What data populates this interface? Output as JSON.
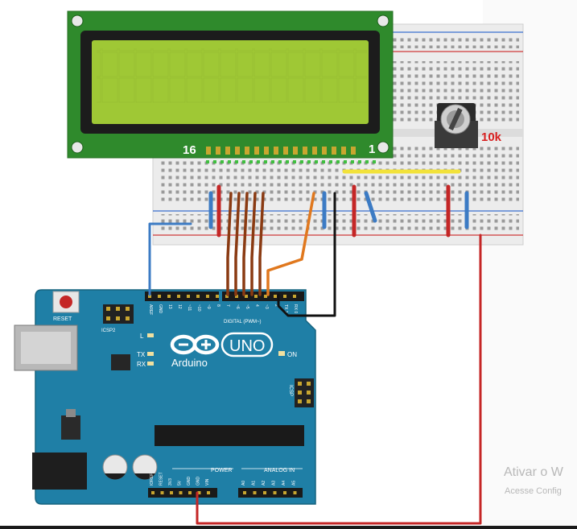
{
  "lcd": {
    "pin_left_label": "16",
    "pin_right_label": "1"
  },
  "potentiometer": {
    "value_label": "10k"
  },
  "arduino": {
    "logo_text": "UNO",
    "brand_text": "Arduino",
    "reset_label": "RESET",
    "icsp2_label": "ICSP2",
    "icsp_label": "ICSP",
    "led_l": "L",
    "led_tx": "TX",
    "led_rx": "RX",
    "led_on": "ON",
    "digital_label": "DIGITAL (PWM~)",
    "power_label": "POWER",
    "analog_label": "ANALOG IN",
    "header_top_pins": [
      "AREF",
      "GND",
      "13",
      "12",
      "~11",
      "~10",
      "~9",
      "8",
      "7",
      "~6",
      "~5",
      "4",
      "~3",
      "2",
      "TX 1",
      "RX 0"
    ],
    "power_pins": [
      "IOREF",
      "RESET",
      "3V3",
      "5V",
      "GND",
      "GND",
      "VIN"
    ],
    "analog_pins": [
      "A0",
      "A1",
      "A2",
      "A3",
      "A4",
      "A5"
    ]
  },
  "watermark": {
    "line1": "Ativar o W",
    "line2": "Acesse Config"
  },
  "colors": {
    "lcd_pcb": "#2f8a2c",
    "lcd_screen": "#a6cf3c",
    "arduino_board": "#1f7fa6",
    "wire_brown": "#8a3a12",
    "wire_orange": "#e0781e",
    "wire_black": "#111111",
    "wire_blue": "#3c7bc4",
    "wire_red": "#c42626",
    "wire_yellow": "#f2e23a"
  }
}
